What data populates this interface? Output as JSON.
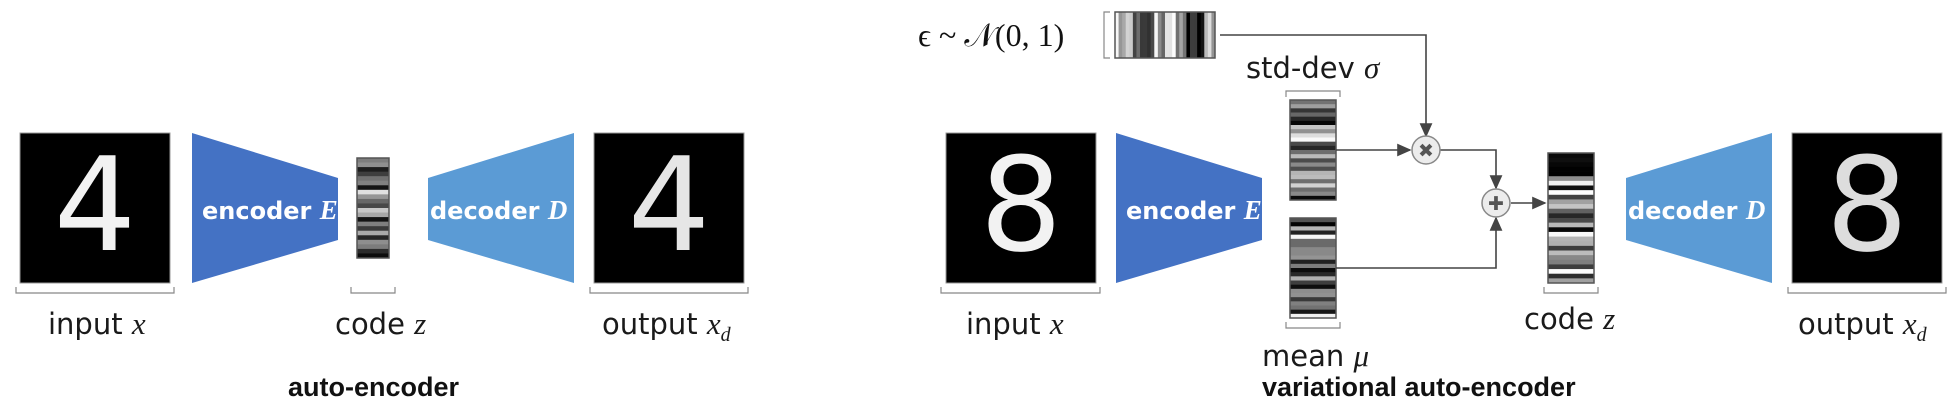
{
  "left": {
    "input_label": "input",
    "input_var": "x",
    "encoder_label": "encoder",
    "encoder_var": "E",
    "code_label": "code",
    "code_var": "z",
    "decoder_label": "decoder",
    "decoder_var": "D",
    "output_label": "output",
    "output_var": "x",
    "output_sub": "d",
    "caption": "auto-encoder",
    "input_digit": "4",
    "output_digit": "4"
  },
  "right": {
    "noise_label": "ϵ ~ 𝒩(0, 1)",
    "std_label": "std-dev",
    "std_var": "σ",
    "mean_label": "mean",
    "mean_var": "μ",
    "input_label": "input",
    "input_var": "x",
    "encoder_label": "encoder",
    "encoder_var": "E",
    "code_label": "code",
    "code_var": "z",
    "decoder_label": "decoder",
    "decoder_var": "D",
    "output_label": "output",
    "output_var": "x",
    "output_sub": "d",
    "caption": "variational auto-encoder",
    "input_digit": "8",
    "output_digit": "8",
    "multiply_symbol": "✖",
    "add_symbol": "✚"
  },
  "colors": {
    "encoder": "#4472c4",
    "decoder": "#5b9bd5",
    "image_bg": "#000000",
    "line": "#444444"
  }
}
